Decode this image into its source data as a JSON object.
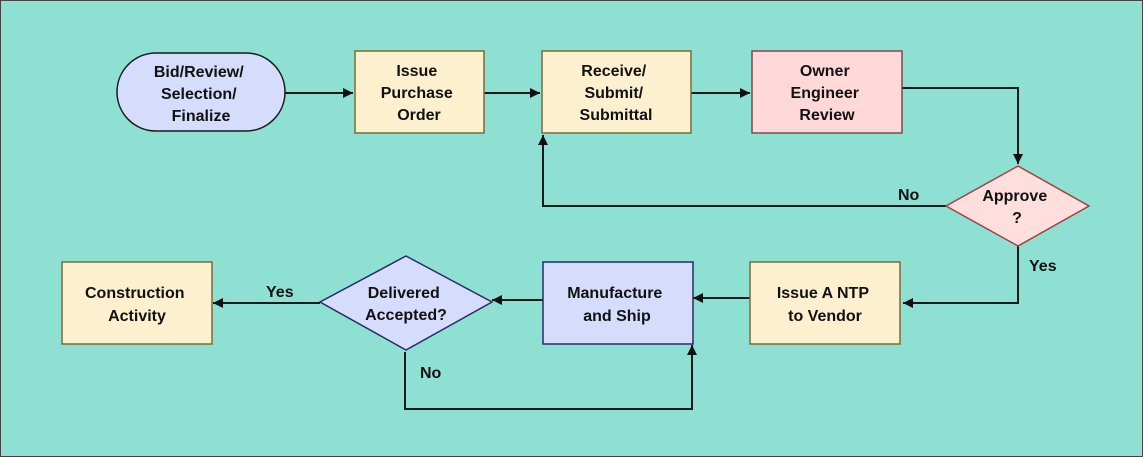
{
  "colors": {
    "background": "#8ee0d2",
    "start_fill": "#d6dcfb",
    "process_fill": "#fdf0cf",
    "review_fill": "#ffd9d9",
    "manufacture_fill": "#d6dcfb",
    "decision_fill": "#ffdede",
    "decision2_fill": "#d6dcfb",
    "stroke": "#222222"
  },
  "nodes": {
    "bid": {
      "lines": [
        "Bid/Review/",
        "Selection/",
        "Finalize"
      ]
    },
    "purchase_order": {
      "lines": [
        "Issue",
        "Purchase",
        "Order"
      ]
    },
    "submittal": {
      "lines": [
        "Receive/",
        "Submit/",
        "Submittal"
      ]
    },
    "owner_review": {
      "lines": [
        "Owner",
        "Engineer",
        "Review"
      ]
    },
    "approve": {
      "lines": [
        "Approve",
        "?"
      ]
    },
    "ntp": {
      "lines": [
        "Issue A NTP",
        "to Vendor"
      ]
    },
    "manufacture": {
      "lines": [
        "Manufacture",
        "and Ship"
      ]
    },
    "delivered": {
      "lines": [
        "Delivered",
        "Accepted?"
      ]
    },
    "construction": {
      "lines": [
        "Construction",
        "Activity"
      ]
    }
  },
  "edge_labels": {
    "approve_no": "No",
    "approve_yes": "Yes",
    "delivered_yes": "Yes",
    "delivered_no": "No"
  }
}
